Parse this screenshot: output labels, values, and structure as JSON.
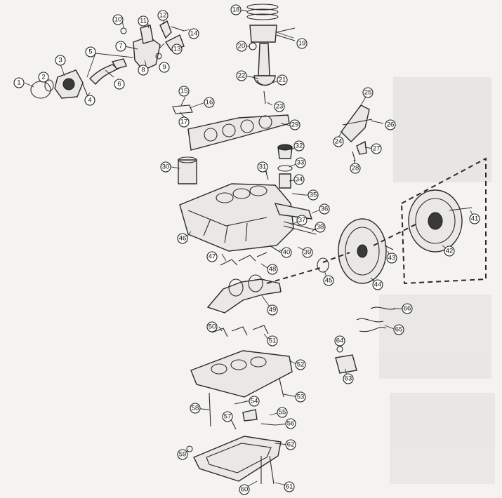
{
  "diagram": {
    "callouts": [
      "1",
      "2",
      "3",
      "4",
      "5",
      "6",
      "7",
      "8",
      "9",
      "10",
      "11",
      "12",
      "13",
      "14",
      "15",
      "16",
      "17",
      "18",
      "19",
      "20",
      "21",
      "22",
      "23",
      "24",
      "25",
      "26",
      "27",
      "28",
      "29",
      "30",
      "31",
      "32",
      "33",
      "34",
      "35",
      "36",
      "37",
      "38",
      "39",
      "40",
      "41",
      "42",
      "43",
      "44",
      "45",
      "46",
      "47",
      "48",
      "49",
      "50",
      "51",
      "52",
      "53",
      "54",
      "55",
      "56",
      "57",
      "58",
      "59",
      "60",
      "61",
      "62",
      "63",
      "64",
      "65",
      "66"
    ]
  }
}
